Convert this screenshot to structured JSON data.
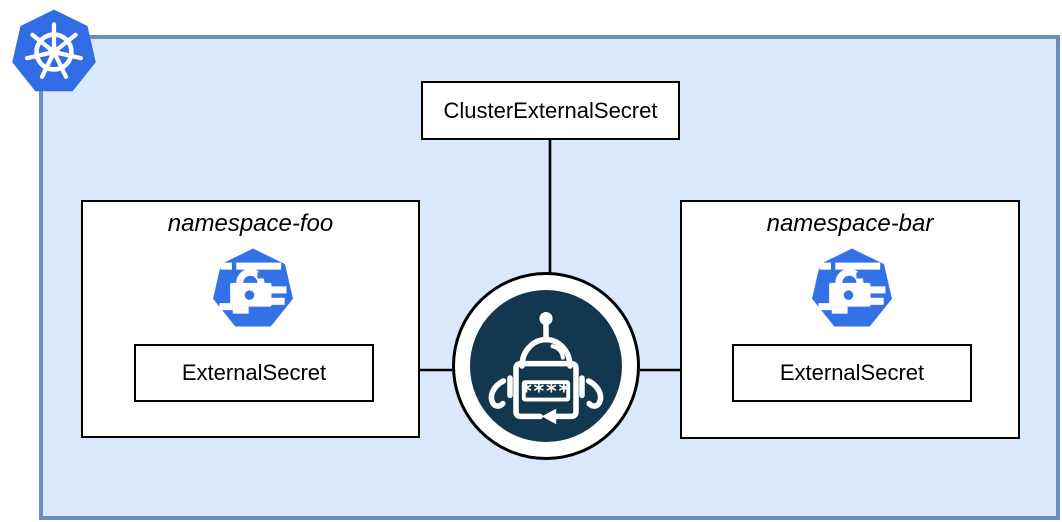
{
  "colors": {
    "cluster_fill": "#dae8fc",
    "cluster_stroke": "#6c8ebf",
    "kubernetes_blue": "#326ce5",
    "crd_icon_blue": "#3372e6",
    "operator_navy": "#12374e",
    "node_fill": "#ffffff",
    "node_stroke": "#000000",
    "connector": "#000000"
  },
  "cluster": {
    "logo_icon": "kubernetes-icon"
  },
  "nodes": {
    "cluster_external_secret": {
      "label": "ClusterExternalSecret"
    },
    "operator": {
      "icon": "external-secrets-robot-icon",
      "password_mask": "****"
    },
    "namespaces": [
      {
        "title": "namespace-foo",
        "icon": "external-secret-crd-icon",
        "resource_label": "ExternalSecret"
      },
      {
        "title": "namespace-bar",
        "icon": "external-secret-crd-icon",
        "resource_label": "ExternalSecret"
      }
    ]
  },
  "edges": [
    {
      "from": "cluster-external-secret",
      "to": "operator",
      "style": "plain-line"
    },
    {
      "from": "operator",
      "to": "namespace-foo-external-secret",
      "style": "arrow"
    },
    {
      "from": "operator",
      "to": "namespace-bar-external-secret",
      "style": "arrow"
    }
  ]
}
